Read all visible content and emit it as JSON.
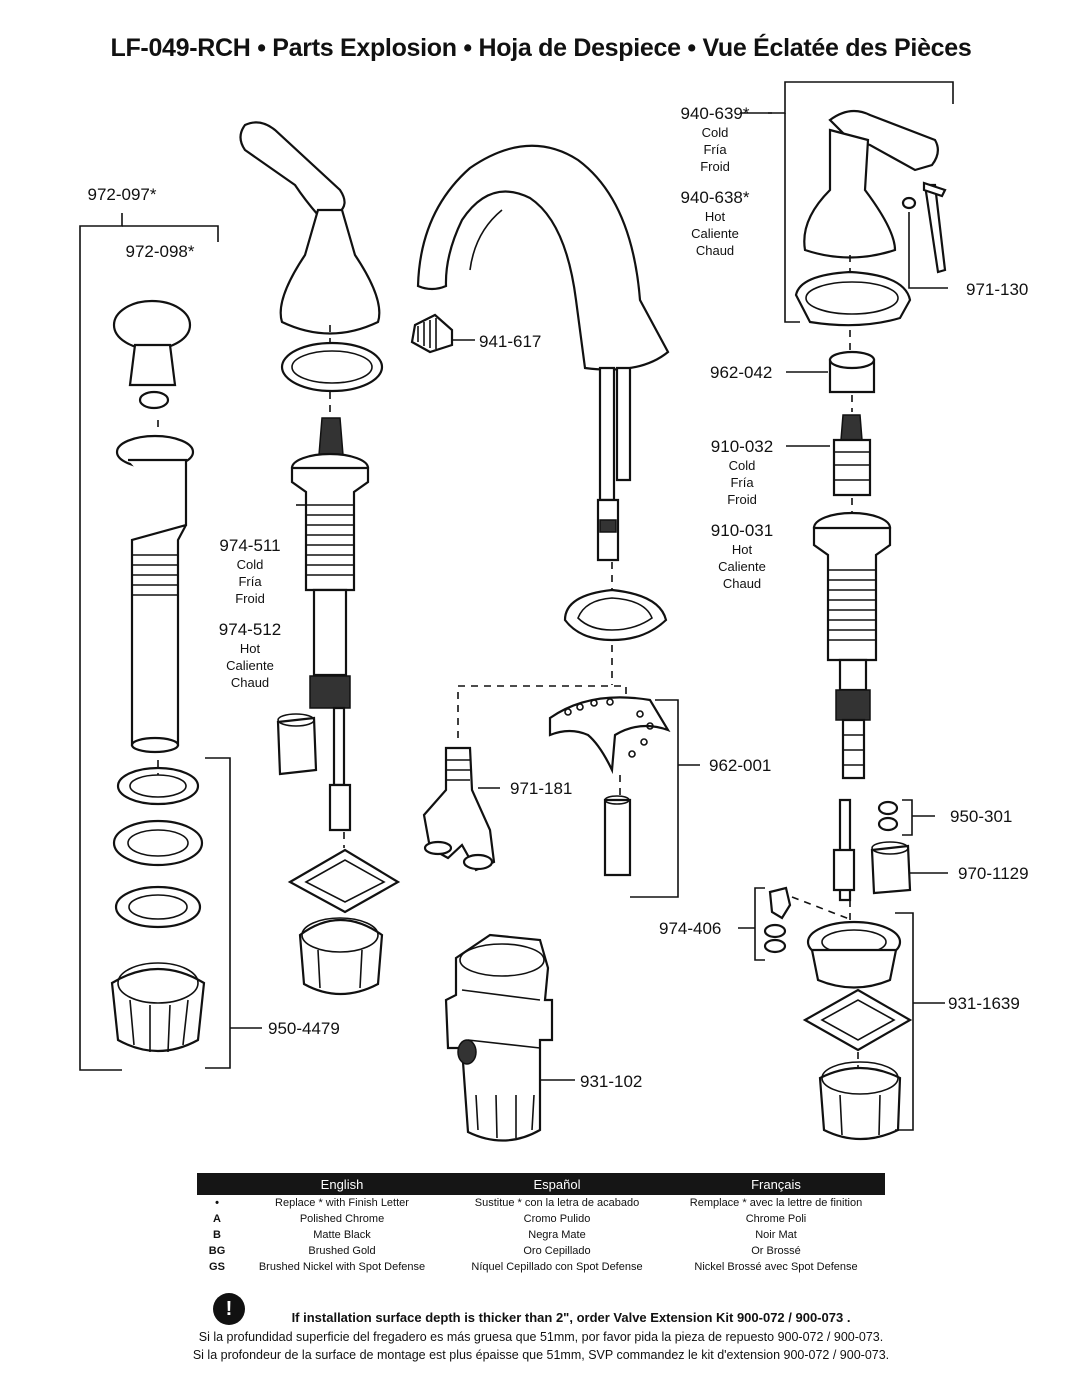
{
  "title": "LF-049-RCH  • Parts Explosion • Hoja de Despiece • Vue Éclatée des Pièces",
  "labels": {
    "p972_097": "972-097*",
    "p972_098": "972-098*",
    "p974_511": "974-511",
    "p974_511_cold": [
      "Cold",
      "Fría",
      "Froid"
    ],
    "p974_512": "974-512",
    "p974_512_hot": [
      "Hot",
      "Caliente",
      "Chaud"
    ],
    "p941_617": "941-617",
    "p940_639": "940-639*",
    "p940_639_cold": [
      "Cold",
      "Fría",
      "Froid"
    ],
    "p940_638": "940-638*",
    "p940_638_hot": [
      "Hot",
      "Caliente",
      "Chaud"
    ],
    "p971_130": "971-130",
    "p962_042": "962-042",
    "p910_032": "910-032",
    "p910_032_cold": [
      "Cold",
      "Fría",
      "Froid"
    ],
    "p910_031": "910-031",
    "p910_031_hot": [
      "Hot",
      "Caliente",
      "Chaud"
    ],
    "p962_001": "962-001",
    "p971_181": "971-181",
    "p950_301": "950-301",
    "p970_1129": "970-1129",
    "p974_406": "974-406",
    "p931_1639": "931-1639",
    "p950_4479": "950-4479",
    "p931_102": "931-102"
  },
  "finish_table": {
    "headers": [
      "English",
      "Español",
      "Français"
    ],
    "rows": [
      {
        "code": "•",
        "en": "Replace * with Finish Letter",
        "es": "Sustitue * con la letra de acabado",
        "fr": "Remplace * avec la lettre de finition"
      },
      {
        "code": "A",
        "en": "Polished Chrome",
        "es": "Cromo Pulido",
        "fr": "Chrome Poli"
      },
      {
        "code": "B",
        "en": "Matte Black",
        "es": "Negra Mate",
        "fr": "Noir Mat"
      },
      {
        "code": "BG",
        "en": "Brushed Gold",
        "es": "Oro Cepillado",
        "fr": "Or Brossé"
      },
      {
        "code": "GS",
        "en": "Brushed Nickel with Spot Defense",
        "es": "Níquel Cepillado con Spot Defense",
        "fr": "Nickel Brossé avec Spot Defense"
      }
    ]
  },
  "notes": {
    "icon": "!",
    "en": "If installation surface depth is thicker than 2\", order Valve Extension Kit 900-072 / 900-073 .",
    "es": "Si la profundidad superficie del fregadero es más gruesa que 51mm, por favor pida la pieza de repuesto 900-072 / 900-073.",
    "fr": "Si la profondeur de la surface de montage est plus épaisse que 51mm, SVP commandez le kit d'extension 900-072 / 900-073."
  }
}
